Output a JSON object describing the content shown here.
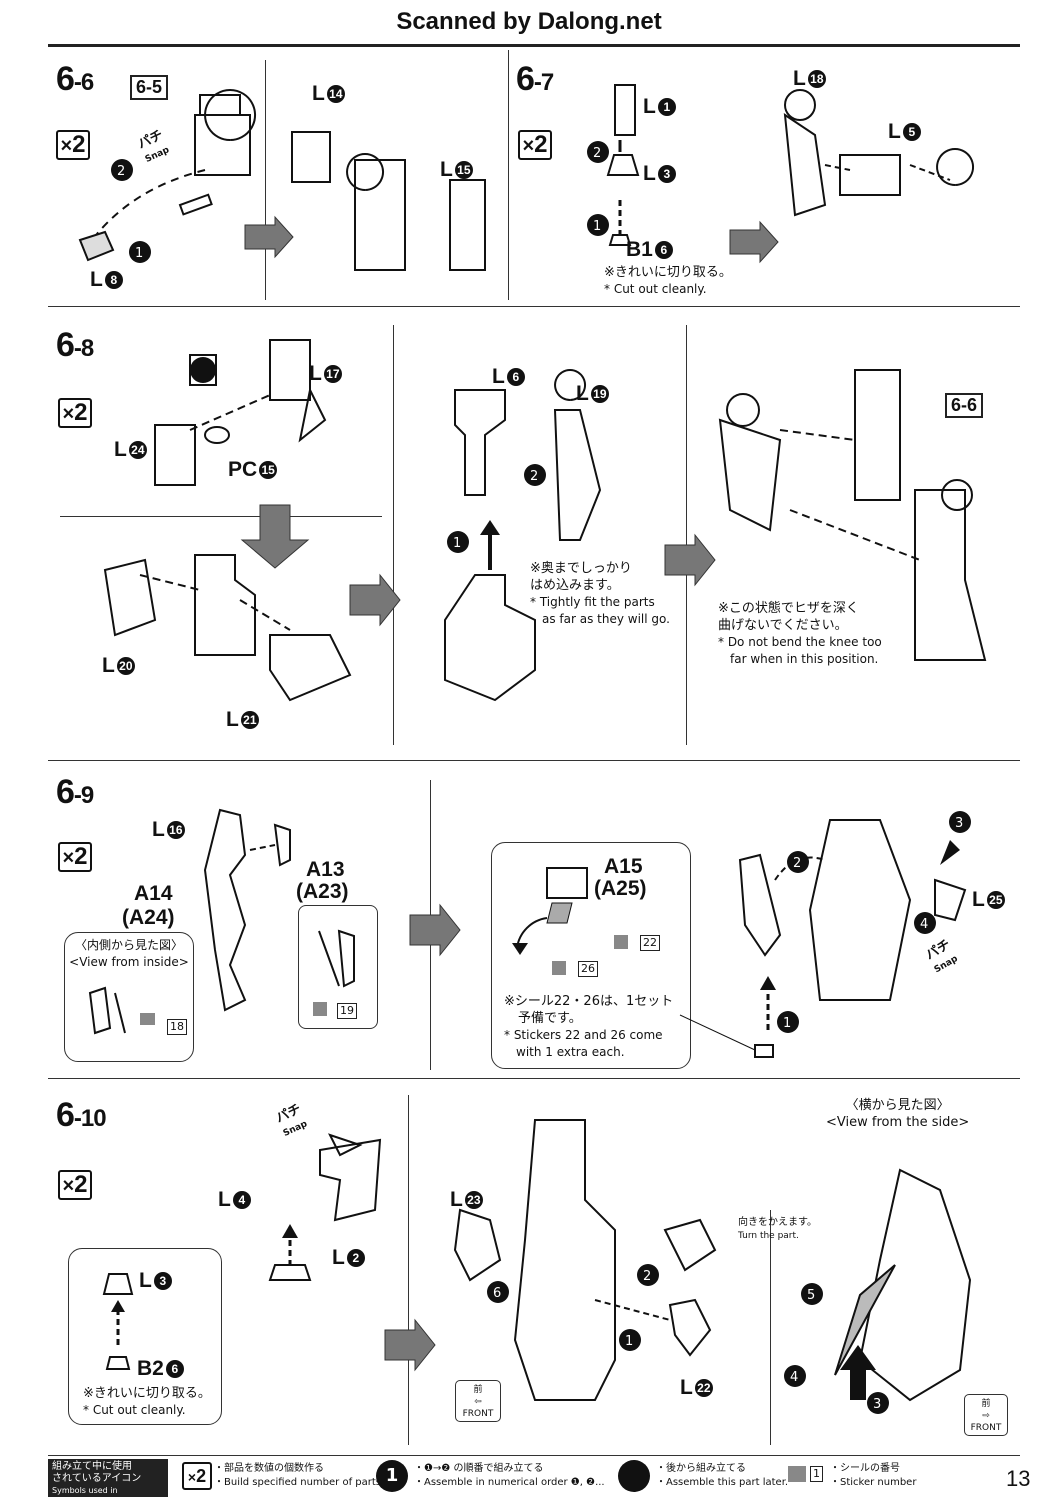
{
  "header": "Scanned by Dalong.net",
  "page_number": "13",
  "steps": {
    "s66": {
      "num": "6",
      "sub": "-6",
      "ref": "6-5",
      "mult": "2",
      "snap_jp": "パチ",
      "snap_en": "Snap",
      "parts": [
        "L14",
        "L15",
        "L8"
      ]
    },
    "s67": {
      "num": "6",
      "sub": "-7",
      "mult": "2",
      "parts": [
        "L1",
        "L3",
        "B16",
        "L18",
        "L5"
      ],
      "note_jp": "※きれいに切り取る。",
      "note_en": "* Cut out cleanly."
    },
    "s68": {
      "num": "6",
      "sub": "-8",
      "mult": "2",
      "parts": [
        "L17",
        "L24",
        "PC15",
        "L20",
        "L21",
        "L6",
        "L19"
      ],
      "note1_jp1": "※奥までしっかり",
      "note1_jp2": "はめ込みます。",
      "note1_en1": "* Tightly fit the parts",
      "note1_en2": "as far as they will go.",
      "ref": "6-6",
      "note2_jp1": "※この状態でヒザを深く",
      "note2_jp2": "曲げないでください。",
      "note2_en1": "* Do not bend the knee too",
      "note2_en2": "far when in this position."
    },
    "s69": {
      "num": "6",
      "sub": "-9",
      "mult": "2",
      "parts": [
        "L16",
        "A14",
        "(A24)",
        "A13",
        "(A23)",
        "A15",
        "(A25)",
        "L25"
      ],
      "view_jp": "〈内側から見た図〉",
      "view_en": "<View from inside>",
      "stk18": "18",
      "stk19": "19",
      "stk22": "22",
      "stk26": "26",
      "note_jp1": "※シール22・26は、1セット",
      "note_jp2": "予備です。",
      "note_en1": "* Stickers 22 and 26 come",
      "note_en2": "with 1 extra each.",
      "snap_jp": "パチ",
      "snap_en": "Snap"
    },
    "s610": {
      "num": "6",
      "sub": "-10",
      "mult": "2",
      "parts": [
        "L4",
        "L2",
        "L3",
        "B26",
        "L23",
        "L22"
      ],
      "snap_jp": "パチ",
      "snap_en": "Snap",
      "note_jp": "※きれいに切り取る。",
      "note_en": "* Cut out cleanly.",
      "turn_jp": "向きをかえます。",
      "turn_en": "Turn the part.",
      "side_jp": "〈横から見た図〉",
      "side_en": "<View from the side>",
      "front_jp": "前",
      "front_en": "FRONT"
    }
  },
  "footer": {
    "legend_jp1": "組み立て中に使用",
    "legend_jp2": "されているアイコン",
    "legend_en": "Symbols used in instructions",
    "i1_jp": "・部品を数値の個数作る",
    "i1_en": "・Build specified number of parts.",
    "i2_jp": "・❶→❷ の順番で組み立てる",
    "i2_en": "・Assemble in numerical order ❶, ❷...",
    "i3_jp": "・後から組み立てる",
    "i3_en": "・Assemble this part later.",
    "i4_jp": "・シールの番号",
    "i4_en": "・Sticker number"
  }
}
